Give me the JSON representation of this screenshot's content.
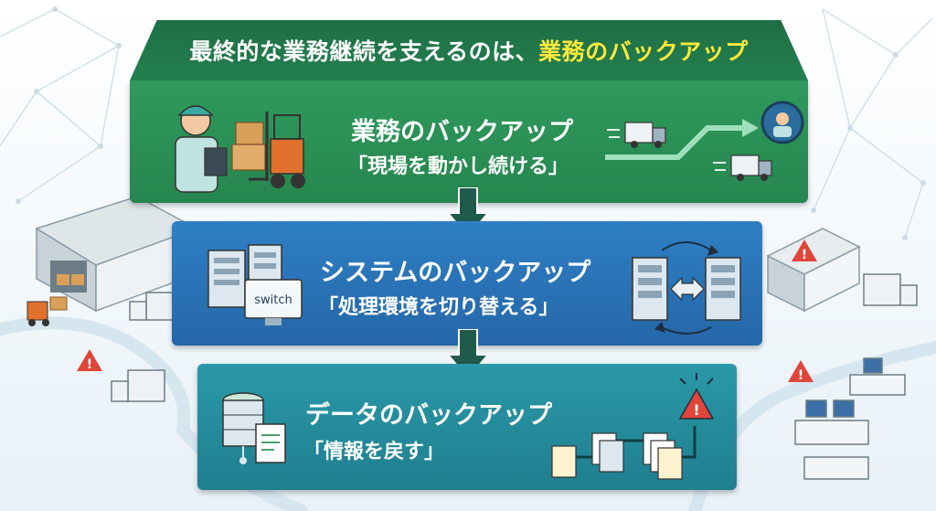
{
  "banner": {
    "text": "最終的な業務継続を支えるのは、",
    "highlight": "業務のバックアップ"
  },
  "layers": [
    {
      "title": "業務のバックアップ",
      "subtitle": "「現場を動かし続ける」"
    },
    {
      "title": "システムのバックアップ",
      "subtitle": "「処理環境を切り替える」"
    },
    {
      "title": "データのバックアップ",
      "subtitle": "「情報を戻す」"
    }
  ],
  "icons": {
    "switch_label": "switch"
  },
  "colors": {
    "business": "#26864f",
    "system": "#2567a8",
    "data": "#1f7f8f",
    "banner": "#1f6e45",
    "highlight": "#ffe93b",
    "warning": "#e0453a"
  }
}
